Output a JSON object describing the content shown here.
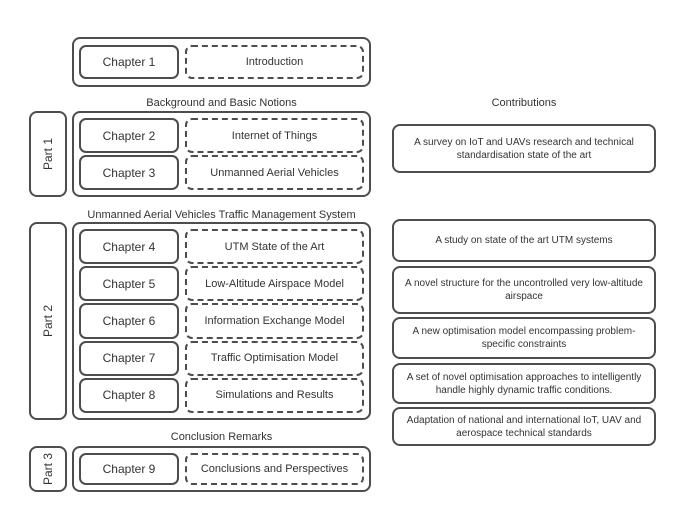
{
  "diagram": {
    "intro": {
      "chapter": "Chapter 1",
      "title": "Introduction"
    },
    "parts": [
      {
        "label": "Part 1",
        "header": "Background and Basic Notions",
        "chapters": [
          {
            "chapter": "Chapter 2",
            "title": "Internet of Things"
          },
          {
            "chapter": "Chapter 3",
            "title": "Unmanned Aerial Vehicles"
          }
        ]
      },
      {
        "label": "Part 2",
        "header": "Unmanned Aerial Vehicles Traffic Management System",
        "chapters": [
          {
            "chapter": "Chapter 4",
            "title": "UTM State of the Art"
          },
          {
            "chapter": "Chapter 5",
            "title": "Low-Altitude Airspace Model"
          },
          {
            "chapter": "Chapter 6",
            "title": "Information Exchange Model"
          },
          {
            "chapter": "Chapter 7",
            "title": "Traffic Optimisation Model"
          },
          {
            "chapter": "Chapter 8",
            "title": "Simulations and Results"
          }
        ]
      },
      {
        "label": "Part 3",
        "header": "Conclusion Remarks",
        "chapters": [
          {
            "chapter": "Chapter 9",
            "title": "Conclusions and Perspectives"
          }
        ]
      }
    ],
    "contributions": {
      "header": "Contributions",
      "items": [
        "A survey on IoT and UAVs research and technical standardisation state of the art",
        "A study on state of the art UTM systems",
        "A novel structure for the uncontrolled very low-altitude airspace",
        "A new optimisation model encompassing problem-specific constraints",
        "A set of novel optimisation approaches to intelligently handle highly dynamic traffic conditions.",
        "Adaptation of national and international IoT, UAV and aerospace technical standards"
      ]
    },
    "colors": {
      "border": "#4d4d4d",
      "text": "#333333",
      "background": "#ffffff"
    }
  }
}
